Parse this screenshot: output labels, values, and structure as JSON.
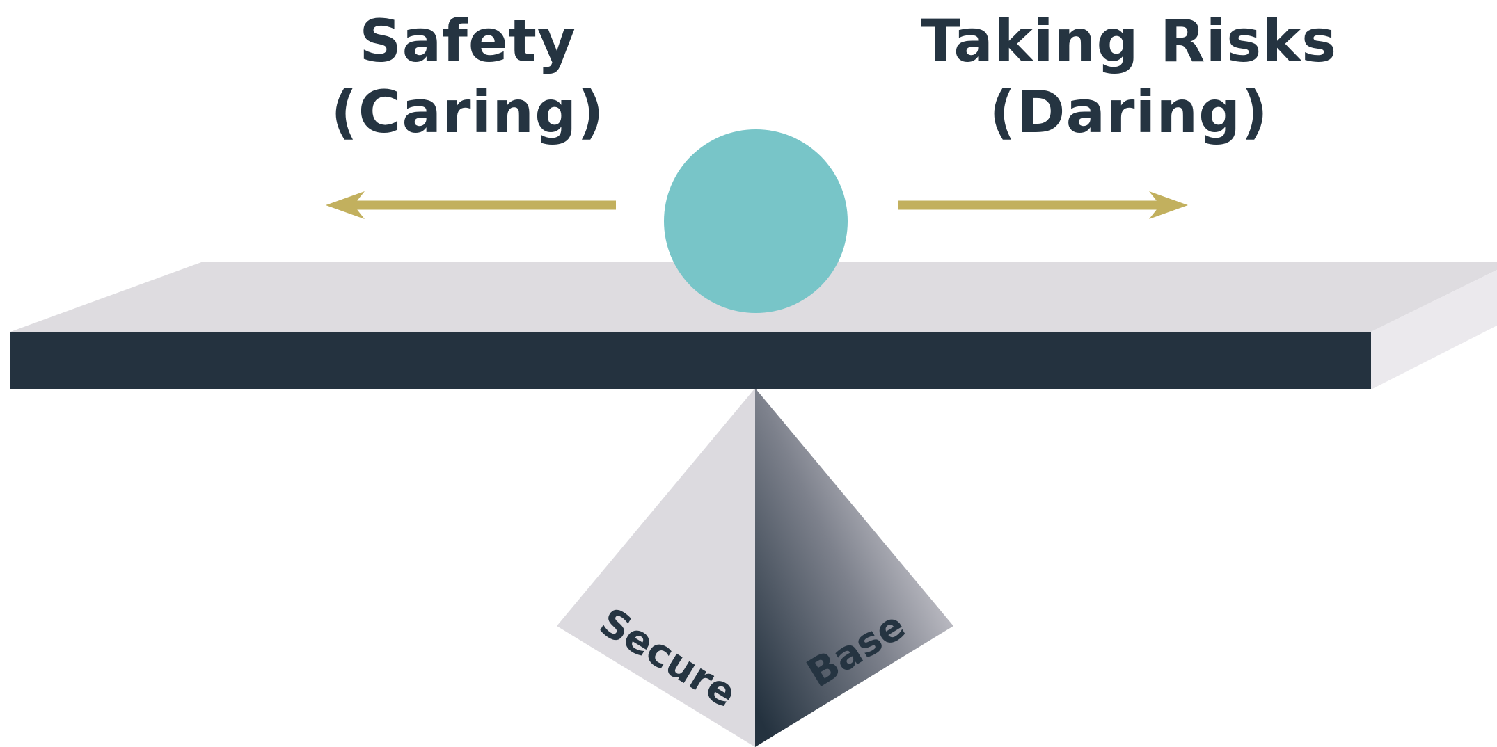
{
  "left_label": {
    "line1": "Safety",
    "line2": "(Caring)"
  },
  "right_label": {
    "line1": "Taking Risks",
    "line2": "(Daring)"
  },
  "base_label": {
    "left_face": "Secure",
    "right_face": "Base"
  },
  "colors": {
    "text": "#253441",
    "arrow": "#C2B05E",
    "ball": "#78C5C8",
    "plank_top": "#DEDCE0",
    "plank_front": "#24323F",
    "pyramid_light": "#DCDADF",
    "pyramid_dark": "#24323F"
  }
}
